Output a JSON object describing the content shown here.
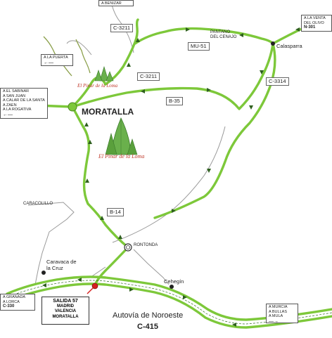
{
  "signs": {
    "benizar": "A BENIZAR",
    "la_puerta": "A LA PUERTA",
    "venta_olivo_1": "A LA VENTA",
    "venta_olivo_2": "DEL OLIVO",
    "venta_olivo_code": "N-301",
    "west_list": [
      "A EL SABINAR",
      "A SAN JUAN",
      "A CALAR DE LA SANTA",
      "A ZAEN",
      "A LA ROGATIVA"
    ],
    "granada_1": "A GRANADA",
    "granada_2": "A LORCA",
    "granada_code": "C-330",
    "murcia": [
      "A MURCIA",
      "A BULLAS",
      "A MULA"
    ]
  },
  "roads": {
    "c3211_top": "C-3211",
    "c3211_mid": "C-3211",
    "mu51": "MU-51",
    "c3314": "C-3314",
    "b35": "B-35",
    "b14": "B-14"
  },
  "places": {
    "pantano_1": "PANTANO",
    "pantano_2": "DEL CENAJO",
    "calasparra": "Calasparra",
    "moratalla": "MORATALLA",
    "caracolillo": "CARACOLILLO",
    "rontonda": "RONTONDA",
    "caravaca_1": "Caravaca de",
    "caravaca_2": "la Cruz",
    "cehegin": "Cehegín",
    "autovia": "Autovía de Noroeste",
    "c415": "C-415"
  },
  "brand": {
    "small": "El Pinar de la Loma",
    "large": "El Pinar de la Loma"
  },
  "salida": {
    "title": "SALIDA 57",
    "lines": [
      "MADRID",
      "VALENCIA",
      "MORATALLA"
    ]
  },
  "colors": {
    "road_main": "#7dc83a",
    "road_secondary": "#999999",
    "tree": "#6ab04c",
    "brand": "#c0392b",
    "exit_dot": "#d62020"
  }
}
